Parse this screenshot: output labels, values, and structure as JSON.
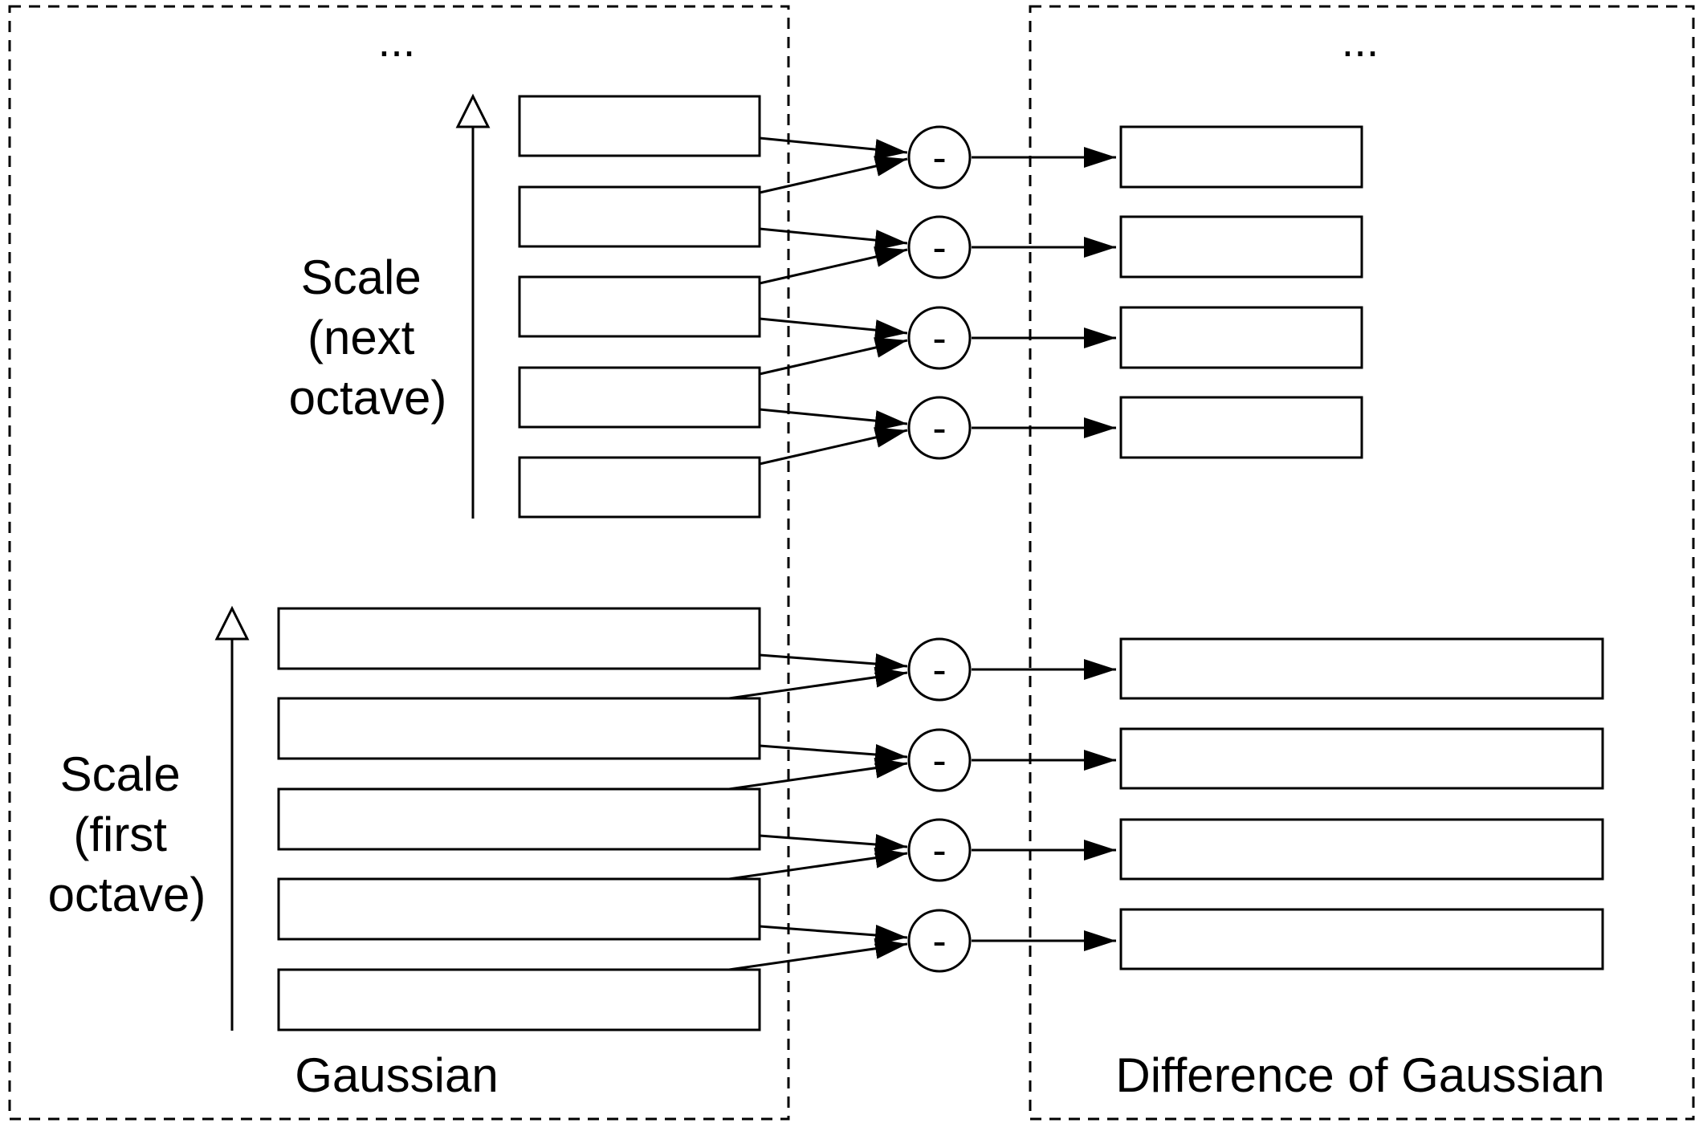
{
  "panels": {
    "gaussian_label": "Gaussian",
    "dog_label": "Difference of Gaussian"
  },
  "ellipsis": "...",
  "scale_next_octave": [
    "Scale",
    "(next",
    "octave)"
  ],
  "scale_first_octave": [
    "Scale",
    "(first",
    "octave)"
  ],
  "operator_symbol": "-",
  "octaves": [
    {
      "name": "next octave",
      "gaussian_images": 5,
      "dog_images": 4
    },
    {
      "name": "first octave",
      "gaussian_images": 5,
      "dog_images": 4
    }
  ],
  "colors": {
    "stroke": "#000000",
    "background": "#ffffff"
  }
}
